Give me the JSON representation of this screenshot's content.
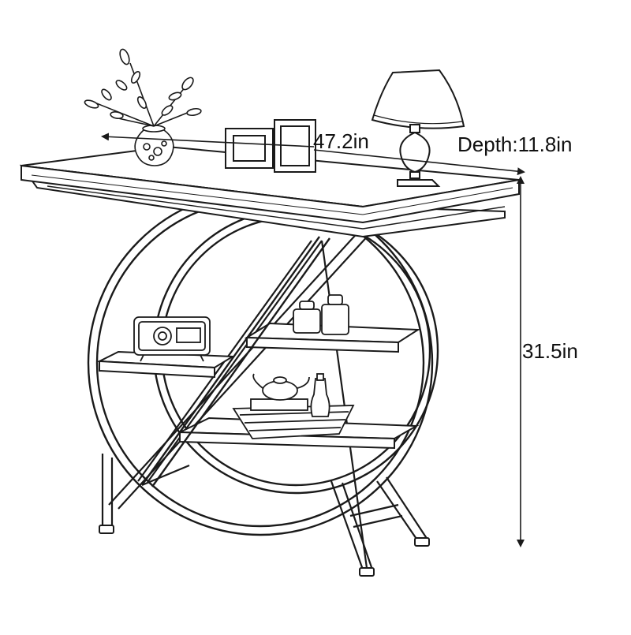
{
  "dimensions": {
    "width": "47.2in",
    "depth": "Depth:11.8in",
    "height": "31.5in"
  },
  "colors": {
    "line": "#1a1a1a",
    "background": "#ffffff"
  }
}
